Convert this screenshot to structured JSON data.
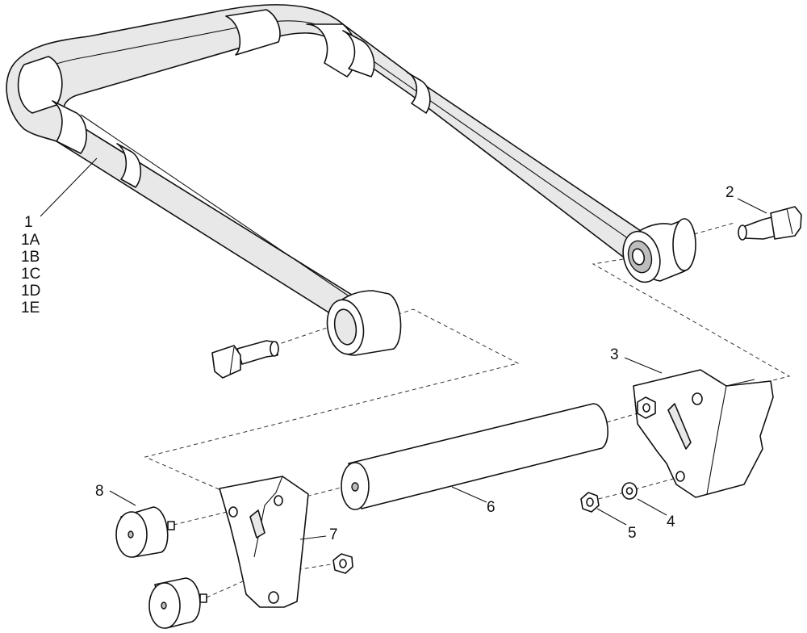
{
  "callouts": {
    "c1": "1",
    "c1a": "1A",
    "c1b": "1B",
    "c1c": "1C",
    "c1d": "1D",
    "c1e": "1E",
    "c2": "2",
    "c3": "3",
    "c4": "4",
    "c5": "5",
    "c6": "6",
    "c7": "7",
    "c8": "8"
  }
}
